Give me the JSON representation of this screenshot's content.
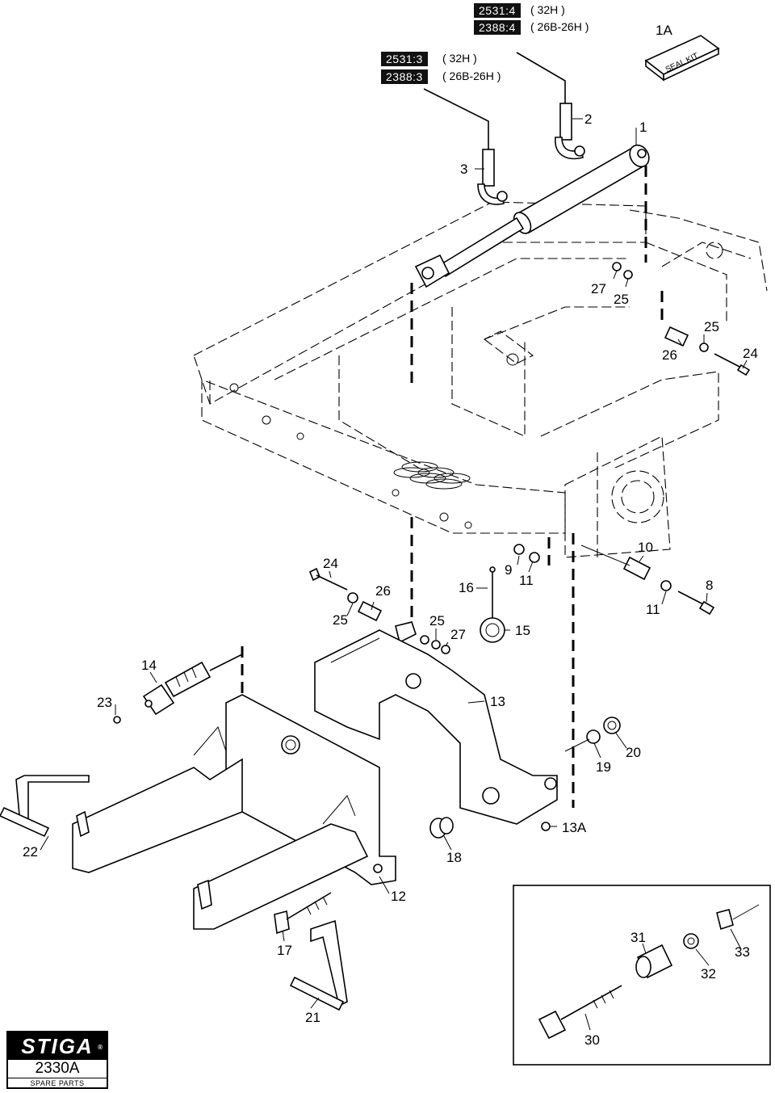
{
  "references": {
    "top_right": [
      {
        "ref": "2531:4",
        "model": "( 32H )"
      },
      {
        "ref": "2388:4",
        "model": "( 26B-26H )"
      }
    ],
    "left": [
      {
        "ref": "2531:3",
        "model": "( 32H )"
      },
      {
        "ref": "2388:3",
        "model": "( 26B-26H )"
      }
    ]
  },
  "seal_kit": {
    "part": "1A",
    "label": "SEAL KIT"
  },
  "part_numbers": {
    "p1": "1",
    "p2": "2",
    "p3": "3",
    "p27a": "27",
    "p25a": "25",
    "p25b": "25",
    "p26a": "26",
    "p24a": "24",
    "p10": "10",
    "p9": "9",
    "p11a": "11",
    "p8": "8",
    "p11b": "11",
    "p16": "16",
    "p15": "15",
    "p24b": "24",
    "p26b": "26",
    "p25c": "25",
    "p25d": "25",
    "p27b": "27",
    "p14": "14",
    "p23": "23",
    "p13": "13",
    "p20": "20",
    "p19": "19",
    "p13A": "13A",
    "p22": "22",
    "p18": "18",
    "p12": "12",
    "p17": "17",
    "p21": "21",
    "p30": "30",
    "p31": "31",
    "p32": "32",
    "p33": "33"
  },
  "footer": {
    "brand": "STIGA",
    "registered": "®",
    "code": "2330A",
    "subtitle": "SPARE PARTS"
  }
}
